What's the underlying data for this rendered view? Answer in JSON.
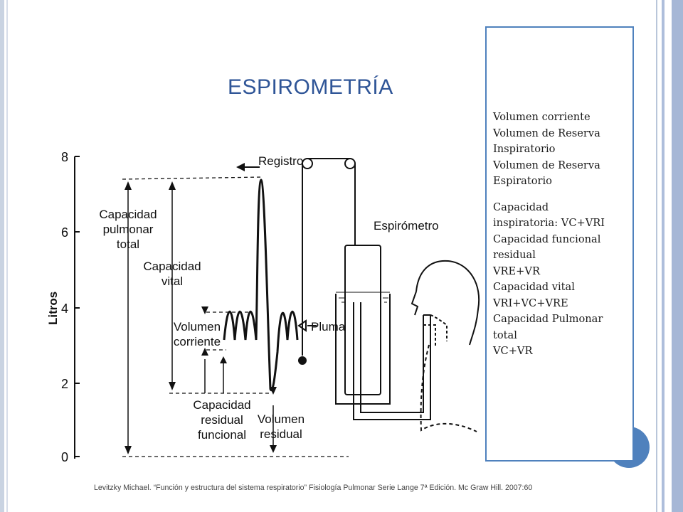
{
  "slide": {
    "title": "ESPIROMETRÍA",
    "citation": "Levitzky Michael. “Función y estructura del sistema respiratorio” Fisiología Pulmonar Serie Lange 7ª Edición. Mc Graw Hill. 2007:60"
  },
  "textbox": {
    "lines_group1": [
      "Volumen corriente",
      "Volumen de Reserva",
      "Inspiratorio",
      "Volumen de Reserva",
      "Espiratorio"
    ],
    "lines_group2": [
      "Capacidad",
      "inspiratoria: VC+VRI",
      "Capacidad funcional",
      "residual",
      "VRE+VR",
      "Capacidad vital",
      "VRI+VC+VRE",
      "Capacidad Pulmonar",
      "total",
      "VC+VR"
    ]
  },
  "diagram": {
    "y_axis_label": "Litros",
    "y_ticks": [
      "8",
      "6",
      "4",
      "2",
      "0"
    ],
    "labels": {
      "registro": "Registro",
      "espirometro": "Espirómetro",
      "pluma": "Pluma",
      "cpt_1": "Capacidad",
      "cpt_2": "pulmonar",
      "cpt_3": "total",
      "cv_1": "Capacidad",
      "cv_2": "vital",
      "vc_1": "Volumen",
      "vc_2": "corriente",
      "crf_1": "Capacidad",
      "crf_2": "residual",
      "crf_3": "funcional",
      "vr_1": "Volumen",
      "vr_2": "residual"
    }
  }
}
